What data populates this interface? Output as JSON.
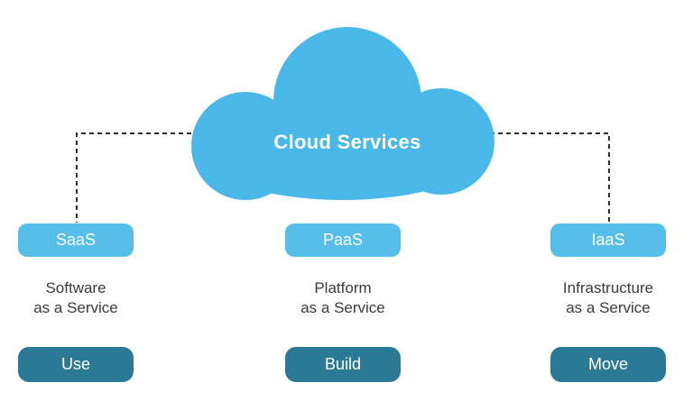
{
  "title": "Cloud Services",
  "colors": {
    "cloud": "#49B8E8",
    "badge": "#55BFEA",
    "button": "#2A7A96",
    "text": "#3B3B3B",
    "connector": "#2E2E2E"
  },
  "columns": [
    {
      "badge": "SaaS",
      "desc_line1": "Software",
      "desc_line2": "as a Service",
      "action": "Use"
    },
    {
      "badge": "PaaS",
      "desc_line1": "Platform",
      "desc_line2": "as a Service",
      "action": "Build"
    },
    {
      "badge": "IaaS",
      "desc_line1": "Infrastructure",
      "desc_line2": "as a Service",
      "action": "Move"
    }
  ]
}
